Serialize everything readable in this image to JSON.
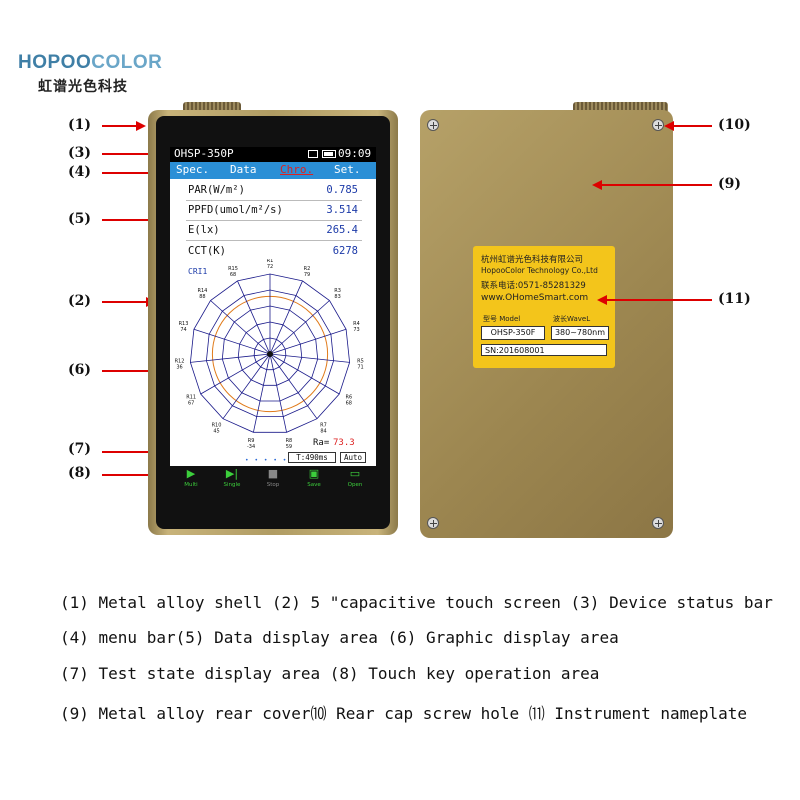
{
  "logo": {
    "brand_a": "HOPOO",
    "brand_b": "COLOR",
    "subtitle": "虹谱光色科技"
  },
  "callouts": {
    "c1": "(1)",
    "c2": "(2)",
    "c3": "(3)",
    "c4": "(4)",
    "c5": "(5)",
    "c6": "(6)",
    "c7": "(7)",
    "c8": "(8)",
    "c9": "(9)",
    "c10": "(10)",
    "c11": "(11)"
  },
  "screen": {
    "status": {
      "model": "OHSP-350P",
      "time": "09:09"
    },
    "menu": [
      "Spec.",
      "Data",
      "Chro.",
      "Set."
    ],
    "active_menu_index": 2,
    "rows": [
      {
        "label": "PAR(W/m²)",
        "value": "0.785"
      },
      {
        "label": "PPFD(umol/m²/s)",
        "value": "3.514"
      },
      {
        "label": "E(lx)",
        "value": "265.4"
      },
      {
        "label": "CCT(K)",
        "value": "6278"
      }
    ],
    "cri_title": "CRI1",
    "ra_label": "Ra=",
    "ra_value": "73.3",
    "test_time": "T:490ms",
    "mode": "Auto",
    "buttons": [
      "Multi",
      "Single",
      "Stop",
      "Save",
      "Open"
    ]
  },
  "cri_labels": [
    {
      "name": "R1",
      "value": "72"
    },
    {
      "name": "R2",
      "value": "79"
    },
    {
      "name": "R3",
      "value": "83"
    },
    {
      "name": "R4",
      "value": "73"
    },
    {
      "name": "R5",
      "value": "71"
    },
    {
      "name": "R6",
      "value": "68"
    },
    {
      "name": "R7",
      "value": "84"
    },
    {
      "name": "R8",
      "value": "59"
    },
    {
      "name": "R9",
      "value": "-34"
    },
    {
      "name": "R10",
      "value": "45"
    },
    {
      "name": "R11",
      "value": "67"
    },
    {
      "name": "R12",
      "value": "36"
    },
    {
      "name": "R13",
      "value": "74"
    },
    {
      "name": "R14",
      "value": "88"
    },
    {
      "name": "R15",
      "value": "68"
    }
  ],
  "nameplate": {
    "line1": "杭州虹谱光色科技有限公司",
    "line2": "HopooColor Technology Co.,Ltd",
    "line3": "联系电话:0571-85281329",
    "line4": "www.OHomeSmart.com",
    "model_label": "型号 Model",
    "wave_label": "波长WaveL",
    "model_value": "OHSP-350F",
    "wave_value": "380~780nm",
    "sn": "SN:201608001"
  },
  "captions": [
    "(1) Metal alloy shell (2) 5 \"capacitive touch screen (3) Device status bar",
    "(4) menu bar(5) Data display area (6) Graphic display area",
    "(7) Test state display area (8) Touch key operation area",
    "(9) Metal alloy rear cover⑽ Rear cap screw hole ⑾ Instrument nameplate"
  ],
  "colors": {
    "accent_red": "#dd0000",
    "menu_blue": "#2b8fd6",
    "plate_yellow": "#f3c51b",
    "shell_gold": "#b09c63"
  }
}
